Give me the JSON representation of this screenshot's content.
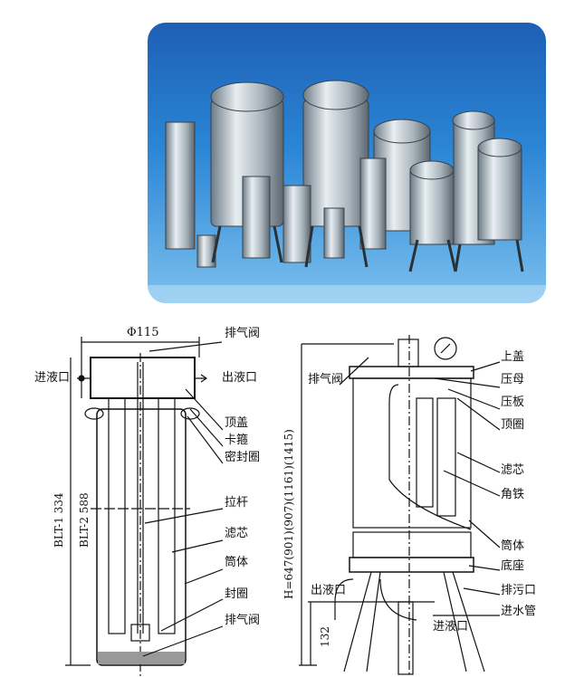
{
  "photo": {
    "description_alt": "filters-photo"
  },
  "left_diagram": {
    "diameter": "Φ115",
    "labels": {
      "vent_top": "排气阀",
      "inlet": "进液口",
      "outlet": "出液口",
      "top_cover": "顶盖",
      "clamp": "卡箍",
      "seal_ring": "密封圈",
      "tie_rod": "拉杆",
      "filter_core": "滤芯",
      "cylinder": "筒体",
      "seal": "封圈",
      "vent_bottom": "排气阀"
    },
    "dim_blt1": "BLT-1    334",
    "dim_blt2": "BLT-2    588"
  },
  "right_diagram": {
    "labels": {
      "upper_cover": "上盖",
      "press_nut": "压母",
      "press_plate": "压板",
      "top_ring": "顶圈",
      "filter_core": "滤芯",
      "angle_iron": "角铁",
      "cylinder": "筒体",
      "base": "底座",
      "drain": "排污口",
      "inlet_pipe": "进水管",
      "vent": "排气阀",
      "outlet": "出液口",
      "inlet": "进液口"
    },
    "height_dim": "H=647(901)(907)(1161)(1415)",
    "dim_132": "132"
  }
}
